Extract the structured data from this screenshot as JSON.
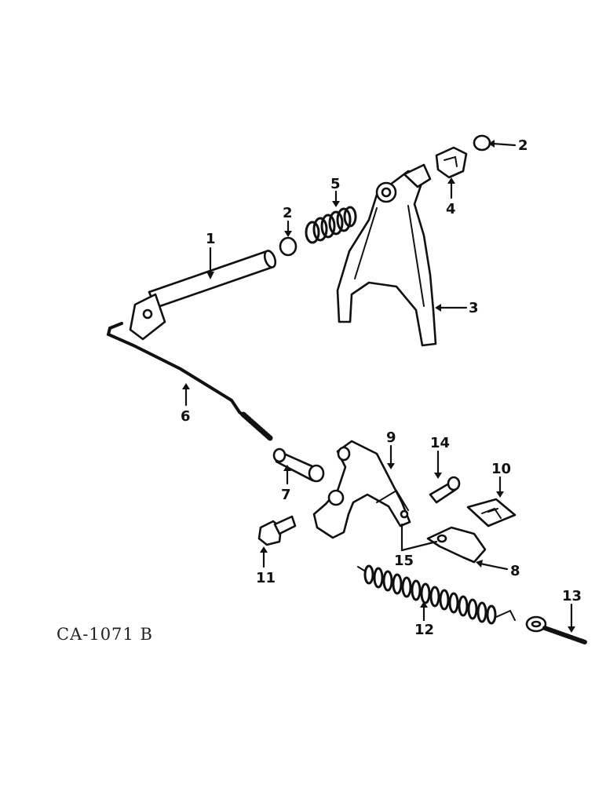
{
  "figure": {
    "code": "CA-1071 B"
  },
  "callouts": {
    "c1": "1",
    "c2a": "2",
    "c2b": "2",
    "c3": "3",
    "c4": "4",
    "c5": "5",
    "c6": "6",
    "c7": "7",
    "c8": "8",
    "c9": "9",
    "c10": "10",
    "c11": "11",
    "c12": "12",
    "c13": "13",
    "c14": "14",
    "c15": "15"
  }
}
